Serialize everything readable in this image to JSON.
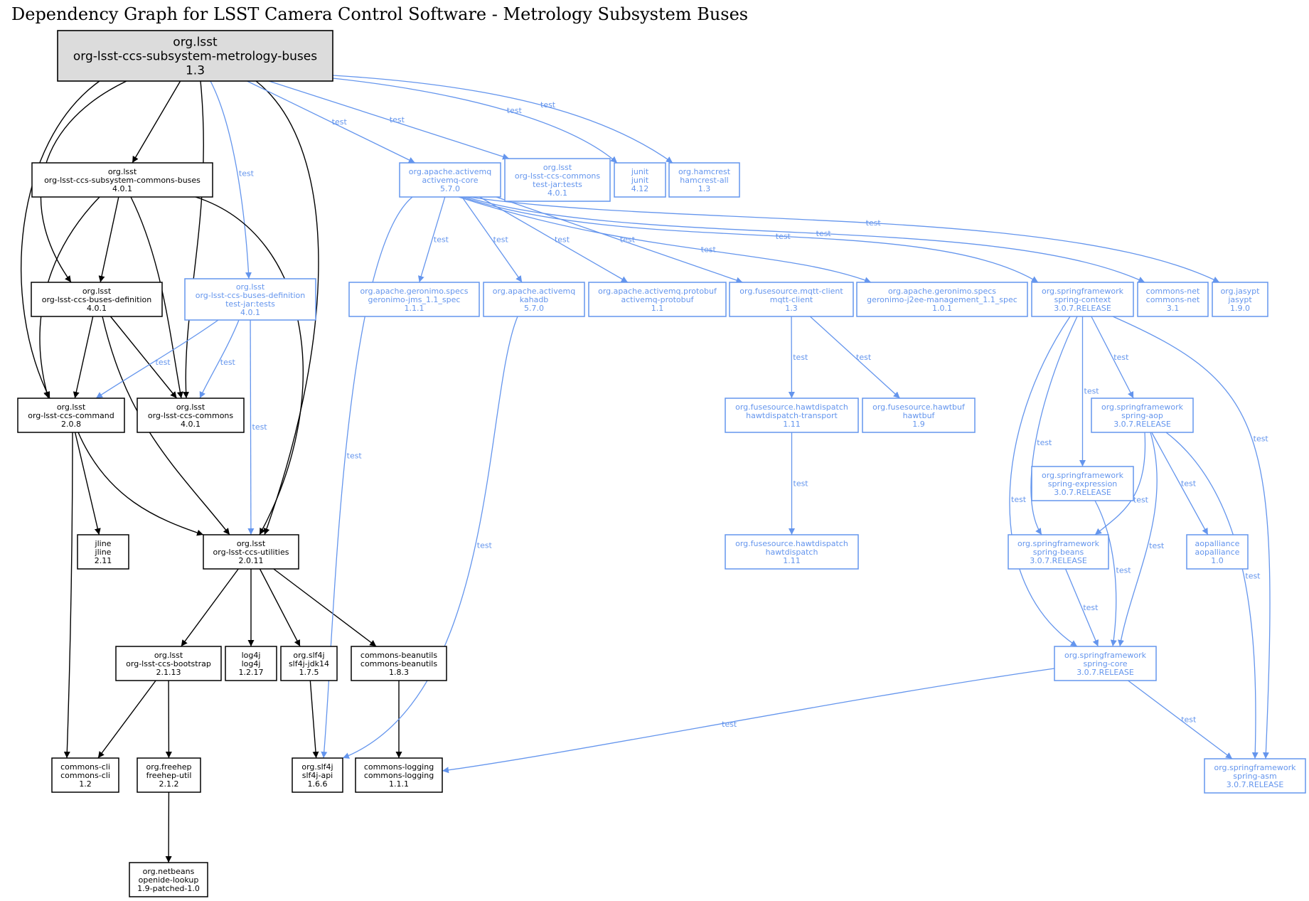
{
  "title": "Dependency Graph for LSST Camera Control Software - Metrology Subsystem Buses",
  "colors": {
    "compile": "#000000",
    "test": "#6495ed",
    "root_fill": "#dcdcdc",
    "node_fill": "#ffffff"
  },
  "nodes": [
    {
      "id": "root",
      "lines": [
        "org.lsst",
        "org-lsst-ccs-subsystem-metrology-buses",
        "1.3"
      ],
      "scope": "root"
    },
    {
      "id": "subsystem-commons-buses",
      "lines": [
        "org.lsst",
        "org-lsst-ccs-subsystem-commons-buses",
        "4.0.1"
      ],
      "scope": "compile"
    },
    {
      "id": "buses-definition",
      "lines": [
        "org.lsst",
        "org-lsst-ccs-buses-definition",
        "4.0.1"
      ],
      "scope": "compile"
    },
    {
      "id": "buses-definition-tests",
      "lines": [
        "org.lsst",
        "org-lsst-ccs-buses-definition",
        "test-jar:tests",
        "4.0.1"
      ],
      "scope": "test"
    },
    {
      "id": "command",
      "lines": [
        "org.lsst",
        "org-lsst-ccs-command",
        "2.0.8"
      ],
      "scope": "compile"
    },
    {
      "id": "commons",
      "lines": [
        "org.lsst",
        "org-lsst-ccs-commons",
        "4.0.1"
      ],
      "scope": "compile"
    },
    {
      "id": "jline",
      "lines": [
        "jline",
        "jline",
        "2.11"
      ],
      "scope": "compile"
    },
    {
      "id": "utilities",
      "lines": [
        "org.lsst",
        "org-lsst-ccs-utilities",
        "2.0.11"
      ],
      "scope": "compile"
    },
    {
      "id": "bootstrap",
      "lines": [
        "org.lsst",
        "org-lsst-ccs-bootstrap",
        "2.1.13"
      ],
      "scope": "compile"
    },
    {
      "id": "log4j",
      "lines": [
        "log4j",
        "log4j",
        "1.2.17"
      ],
      "scope": "compile"
    },
    {
      "id": "slf4j-jdk14",
      "lines": [
        "org.slf4j",
        "slf4j-jdk14",
        "1.7.5"
      ],
      "scope": "compile"
    },
    {
      "id": "commons-beanutils",
      "lines": [
        "commons-beanutils",
        "commons-beanutils",
        "1.8.3"
      ],
      "scope": "compile"
    },
    {
      "id": "commons-cli",
      "lines": [
        "commons-cli",
        "commons-cli",
        "1.2"
      ],
      "scope": "compile"
    },
    {
      "id": "freehep-util",
      "lines": [
        "org.freehep",
        "freehep-util",
        "2.1.2"
      ],
      "scope": "compile"
    },
    {
      "id": "slf4j-api",
      "lines": [
        "org.slf4j",
        "slf4j-api",
        "1.6.6"
      ],
      "scope": "compile"
    },
    {
      "id": "commons-logging",
      "lines": [
        "commons-logging",
        "commons-logging",
        "1.1.1"
      ],
      "scope": "compile"
    },
    {
      "id": "openide-lookup",
      "lines": [
        "org.netbeans",
        "openide-lookup",
        "1.9-patched-1.0"
      ],
      "scope": "compile"
    },
    {
      "id": "activemq-core",
      "lines": [
        "org.apache.activemq",
        "activemq-core",
        "5.7.0"
      ],
      "scope": "test"
    },
    {
      "id": "commons-tests",
      "lines": [
        "org.lsst",
        "org-lsst-ccs-commons",
        "test-jar:tests",
        "4.0.1"
      ],
      "scope": "test"
    },
    {
      "id": "junit",
      "lines": [
        "junit",
        "junit",
        "4.12"
      ],
      "scope": "test"
    },
    {
      "id": "hamcrest-all",
      "lines": [
        "org.hamcrest",
        "hamcrest-all",
        "1.3"
      ],
      "scope": "test"
    },
    {
      "id": "geronimo-jms",
      "lines": [
        "org.apache.geronimo.specs",
        "geronimo-jms_1.1_spec",
        "1.1.1"
      ],
      "scope": "test"
    },
    {
      "id": "kahadb",
      "lines": [
        "org.apache.activemq",
        "kahadb",
        "5.7.0"
      ],
      "scope": "test"
    },
    {
      "id": "activemq-protobuf",
      "lines": [
        "org.apache.activemq.protobuf",
        "activemq-protobuf",
        "1.1"
      ],
      "scope": "test"
    },
    {
      "id": "mqtt-client",
      "lines": [
        "org.fusesource.mqtt-client",
        "mqtt-client",
        "1.3"
      ],
      "scope": "test"
    },
    {
      "id": "geronimo-j2ee",
      "lines": [
        "org.apache.geronimo.specs",
        "geronimo-j2ee-management_1.1_spec",
        "1.0.1"
      ],
      "scope": "test"
    },
    {
      "id": "spring-context",
      "lines": [
        "org.springframework",
        "spring-context",
        "3.0.7.RELEASE"
      ],
      "scope": "test"
    },
    {
      "id": "commons-net",
      "lines": [
        "commons-net",
        "commons-net",
        "3.1"
      ],
      "scope": "test"
    },
    {
      "id": "jasypt",
      "lines": [
        "org.jasypt",
        "jasypt",
        "1.9.0"
      ],
      "scope": "test"
    },
    {
      "id": "hawtdispatch-transport",
      "lines": [
        "org.fusesource.hawtdispatch",
        "hawtdispatch-transport",
        "1.11"
      ],
      "scope": "test"
    },
    {
      "id": "hawtbuf",
      "lines": [
        "org.fusesource.hawtbuf",
        "hawtbuf",
        "1.9"
      ],
      "scope": "test"
    },
    {
      "id": "spring-aop",
      "lines": [
        "org.springframework",
        "spring-aop",
        "3.0.7.RELEASE"
      ],
      "scope": "test"
    },
    {
      "id": "spring-expression",
      "lines": [
        "org.springframework",
        "spring-expression",
        "3.0.7.RELEASE"
      ],
      "scope": "test"
    },
    {
      "id": "hawtdispatch",
      "lines": [
        "org.fusesource.hawtdispatch",
        "hawtdispatch",
        "1.11"
      ],
      "scope": "test"
    },
    {
      "id": "spring-beans",
      "lines": [
        "org.springframework",
        "spring-beans",
        "3.0.7.RELEASE"
      ],
      "scope": "test"
    },
    {
      "id": "aopalliance",
      "lines": [
        "aopalliance",
        "aopalliance",
        "1.0"
      ],
      "scope": "test"
    },
    {
      "id": "spring-core",
      "lines": [
        "org.springframework",
        "spring-core",
        "3.0.7.RELEASE"
      ],
      "scope": "test"
    },
    {
      "id": "spring-asm",
      "lines": [
        "org.springframework",
        "spring-asm",
        "3.0.7.RELEASE"
      ],
      "scope": "test"
    }
  ],
  "edges": [
    {
      "from": "root",
      "to": "subsystem-commons-buses",
      "label": ""
    },
    {
      "from": "root",
      "to": "buses-definition",
      "label": ""
    },
    {
      "from": "root",
      "to": "command",
      "label": ""
    },
    {
      "from": "root",
      "to": "commons",
      "label": ""
    },
    {
      "from": "root",
      "to": "utilities",
      "label": ""
    },
    {
      "from": "root",
      "to": "buses-definition-tests",
      "label": "test"
    },
    {
      "from": "root",
      "to": "activemq-core",
      "label": "test"
    },
    {
      "from": "root",
      "to": "commons-tests",
      "label": "test"
    },
    {
      "from": "root",
      "to": "junit",
      "label": "test"
    },
    {
      "from": "root",
      "to": "hamcrest-all",
      "label": "test"
    },
    {
      "from": "subsystem-commons-buses",
      "to": "buses-definition",
      "label": ""
    },
    {
      "from": "subsystem-commons-buses",
      "to": "command",
      "label": ""
    },
    {
      "from": "subsystem-commons-buses",
      "to": "commons",
      "label": ""
    },
    {
      "from": "subsystem-commons-buses",
      "to": "utilities",
      "label": ""
    },
    {
      "from": "buses-definition",
      "to": "command",
      "label": ""
    },
    {
      "from": "buses-definition",
      "to": "commons",
      "label": ""
    },
    {
      "from": "buses-definition",
      "to": "utilities",
      "label": ""
    },
    {
      "from": "buses-definition-tests",
      "to": "command",
      "label": "test"
    },
    {
      "from": "buses-definition-tests",
      "to": "commons",
      "label": "test"
    },
    {
      "from": "buses-definition-tests",
      "to": "utilities",
      "label": "test"
    },
    {
      "from": "command",
      "to": "jline",
      "label": ""
    },
    {
      "from": "command",
      "to": "utilities",
      "label": ""
    },
    {
      "from": "command",
      "to": "commons-cli",
      "label": ""
    },
    {
      "from": "utilities",
      "to": "bootstrap",
      "label": ""
    },
    {
      "from": "utilities",
      "to": "log4j",
      "label": ""
    },
    {
      "from": "utilities",
      "to": "slf4j-jdk14",
      "label": ""
    },
    {
      "from": "utilities",
      "to": "commons-beanutils",
      "label": ""
    },
    {
      "from": "bootstrap",
      "to": "commons-cli",
      "label": ""
    },
    {
      "from": "bootstrap",
      "to": "freehep-util",
      "label": ""
    },
    {
      "from": "freehep-util",
      "to": "openide-lookup",
      "label": ""
    },
    {
      "from": "slf4j-jdk14",
      "to": "slf4j-api",
      "label": ""
    },
    {
      "from": "commons-beanutils",
      "to": "commons-logging",
      "label": ""
    },
    {
      "from": "activemq-core",
      "to": "slf4j-api",
      "label": "test"
    },
    {
      "from": "activemq-core",
      "to": "geronimo-jms",
      "label": "test"
    },
    {
      "from": "activemq-core",
      "to": "kahadb",
      "label": "test"
    },
    {
      "from": "activemq-core",
      "to": "activemq-protobuf",
      "label": "test"
    },
    {
      "from": "activemq-core",
      "to": "mqtt-client",
      "label": "test"
    },
    {
      "from": "activemq-core",
      "to": "geronimo-j2ee",
      "label": "test"
    },
    {
      "from": "activemq-core",
      "to": "spring-context",
      "label": "test"
    },
    {
      "from": "activemq-core",
      "to": "commons-net",
      "label": "test"
    },
    {
      "from": "activemq-core",
      "to": "jasypt",
      "label": "test"
    },
    {
      "from": "kahadb",
      "to": "slf4j-api",
      "label": "test"
    },
    {
      "from": "mqtt-client",
      "to": "hawtdispatch-transport",
      "label": "test"
    },
    {
      "from": "mqtt-client",
      "to": "hawtbuf",
      "label": "test"
    },
    {
      "from": "hawtdispatch-transport",
      "to": "hawtdispatch",
      "label": "test"
    },
    {
      "from": "spring-context",
      "to": "spring-aop",
      "label": "test"
    },
    {
      "from": "spring-context",
      "to": "spring-expression",
      "label": "test"
    },
    {
      "from": "spring-context",
      "to": "spring-beans",
      "label": "test"
    },
    {
      "from": "spring-context",
      "to": "spring-core",
      "label": "test"
    },
    {
      "from": "spring-context",
      "to": "spring-asm",
      "label": "test"
    },
    {
      "from": "spring-aop",
      "to": "aopalliance",
      "label": "test"
    },
    {
      "from": "spring-aop",
      "to": "spring-beans",
      "label": "test"
    },
    {
      "from": "spring-aop",
      "to": "spring-core",
      "label": "test"
    },
    {
      "from": "spring-aop",
      "to": "spring-asm",
      "label": "test"
    },
    {
      "from": "spring-expression",
      "to": "spring-core",
      "label": "test"
    },
    {
      "from": "spring-beans",
      "to": "spring-core",
      "label": "test"
    },
    {
      "from": "spring-core",
      "to": "commons-logging",
      "label": "test"
    },
    {
      "from": "spring-core",
      "to": "spring-asm",
      "label": "test"
    }
  ]
}
